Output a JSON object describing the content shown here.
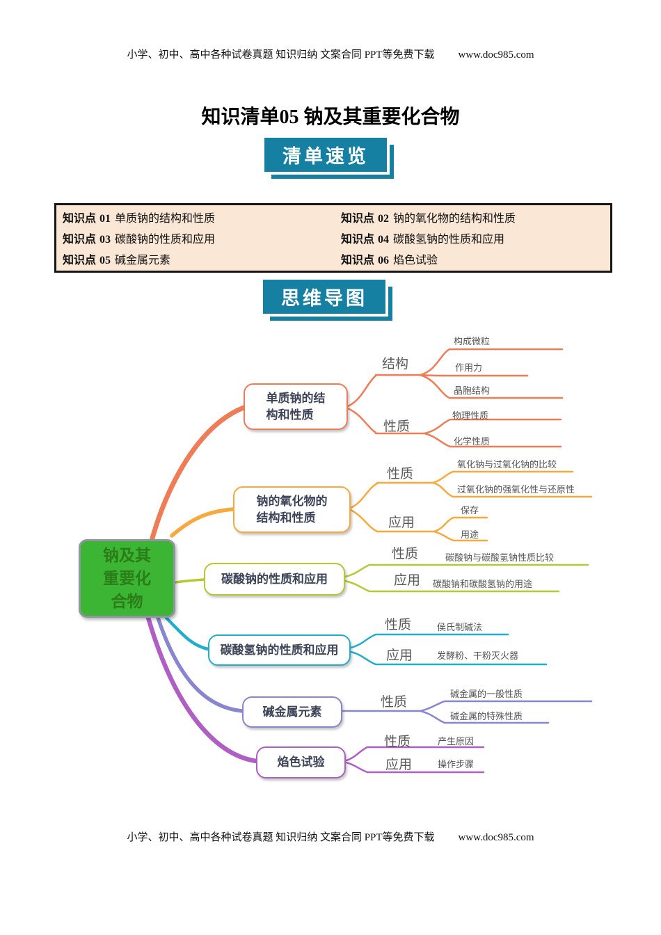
{
  "page": {
    "header": {
      "text": "小学、初中、高中各种试卷真题 知识归纳 文案合同 PPT等免费下载",
      "link": "www.doc985.com"
    },
    "footer": {
      "text": "小学、初中、高中各种试卷真题 知识归纳 文案合同 PPT等免费下载",
      "link": "www.doc985.com"
    }
  },
  "title": "知识清单05 钠及其重要化合物",
  "banners": {
    "overview": "清单速览",
    "mindmap": "思维导图"
  },
  "knowledge_points": [
    {
      "label": "知识点",
      "num": "01",
      "text": "单质钠的结构和性质"
    },
    {
      "label": "知识点",
      "num": "02",
      "text": "钠的氧化物的结构和性质"
    },
    {
      "label": "知识点",
      "num": "03",
      "text": "碳酸钠的性质和应用"
    },
    {
      "label": "知识点",
      "num": "04",
      "text": "碳酸氢钠的性质和应用"
    },
    {
      "label": "知识点",
      "num": "05",
      "text": "碱金属元素"
    },
    {
      "label": "知识点",
      "num": "06",
      "text": "焰色试验"
    }
  ],
  "colors": {
    "banner_teal": "#1580a1",
    "points_box_bg": "#fbe7d5",
    "root_green": "#3cb434",
    "root_text_green": "#2a7d17"
  },
  "mindmap": {
    "root": {
      "lines": [
        "钠及其",
        "重要化",
        "合物"
      ],
      "color": "#3cb434"
    },
    "branches": [
      {
        "lines": [
          "单质钠的结",
          "构和性质"
        ],
        "color": "#ee7d57",
        "children": [
          {
            "label": "结构",
            "leaves": [
              "构成微粒",
              "作用力",
              "晶胞结构"
            ]
          },
          {
            "label": "性质",
            "leaves": [
              "物理性质",
              "化学性质"
            ]
          }
        ]
      },
      {
        "lines": [
          "钠的氧化物的",
          "结构和性质"
        ],
        "color": "#f7a83e",
        "children": [
          {
            "label": "性质",
            "leaves": [
              "氧化钠与过氧化钠的比较",
              "过氧化钠的强氧化性与还原性"
            ]
          },
          {
            "label": "应用",
            "leaves": [
              "保存",
              "用途"
            ]
          }
        ]
      },
      {
        "lines": [
          "碳酸钠的性质和应用"
        ],
        "color": "#b6c832",
        "children": [
          {
            "label": "性质",
            "leaves": [
              "碳酸钠与碳酸氢钠性质比较"
            ]
          },
          {
            "label": "应用",
            "leaves": [
              "碳酸钠和碳酸氢钠的用途"
            ]
          }
        ]
      },
      {
        "lines": [
          "碳酸氢钠的性质和应用"
        ],
        "color": "#22aec9",
        "children": [
          {
            "label": "性质",
            "leaves": [
              "侯氏制碱法"
            ]
          },
          {
            "label": "应用",
            "leaves": [
              "发酵粉、干粉灭火器"
            ]
          }
        ]
      },
      {
        "lines": [
          "碱金属元素"
        ],
        "color": "#8886ce",
        "children": [
          {
            "label": "性质",
            "leaves": [
              "碱金属的一般性质",
              "碱金属的特殊性质"
            ]
          }
        ]
      },
      {
        "lines": [
          "焰色试验"
        ],
        "color": "#af5fc4",
        "children": [
          {
            "label": "性质",
            "leaves": [
              "产生原因"
            ]
          },
          {
            "label": "应用",
            "leaves": [
              "操作步骤"
            ]
          }
        ]
      }
    ]
  }
}
